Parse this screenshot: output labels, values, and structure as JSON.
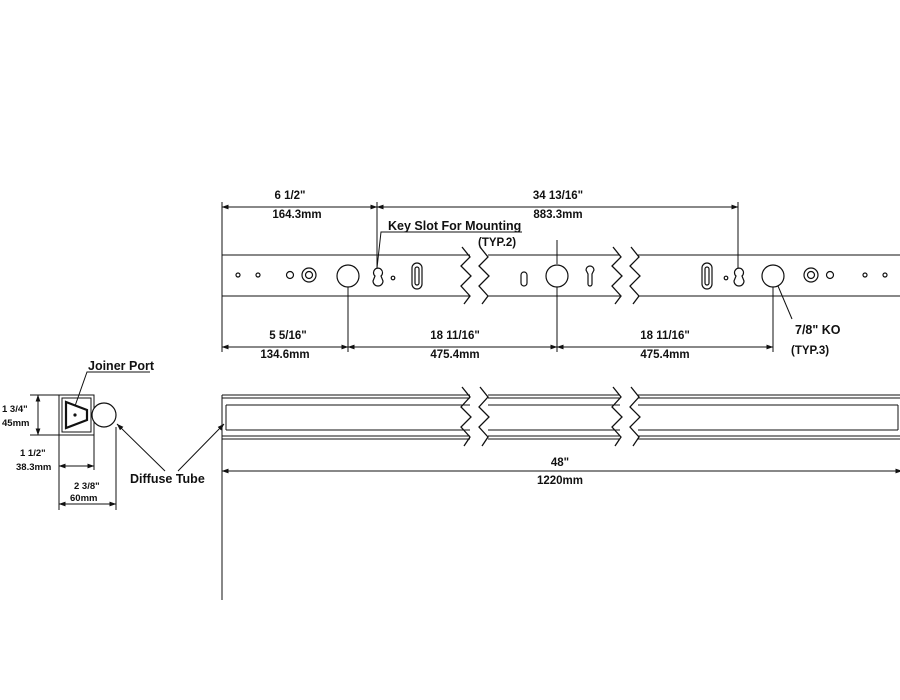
{
  "top_view": {
    "dim_left_frac": "6 1/2\"",
    "dim_left_mm": "164.3mm",
    "dim_span_frac": "34 13/16\"",
    "dim_span_mm": "883.3mm",
    "keyslot_label": "Key Slot For Mounting",
    "keyslot_typ": "(TYP.2)",
    "dim_b1_frac": "5 5/16\"",
    "dim_b1_mm": "134.6mm",
    "dim_b2_frac": "18 11/16\"",
    "dim_b2_mm": "475.4mm",
    "dim_b3_frac": "18 11/16\"",
    "dim_b3_mm": "475.4mm",
    "ko_label": "7/8\" KO",
    "ko_typ": "(TYP.3)"
  },
  "end_view": {
    "joiner_label": "Joiner Port",
    "height_frac": "1 3/4\"",
    "height_mm": "45mm",
    "width_frac": "1 1/2\"",
    "width_mm": "38.3mm",
    "overall_frac": "2 3/8\"",
    "overall_mm": "60mm",
    "diffuse_label": "Diffuse Tube"
  },
  "side_view": {
    "length_frac": "48\"",
    "length_mm": "1220mm"
  }
}
